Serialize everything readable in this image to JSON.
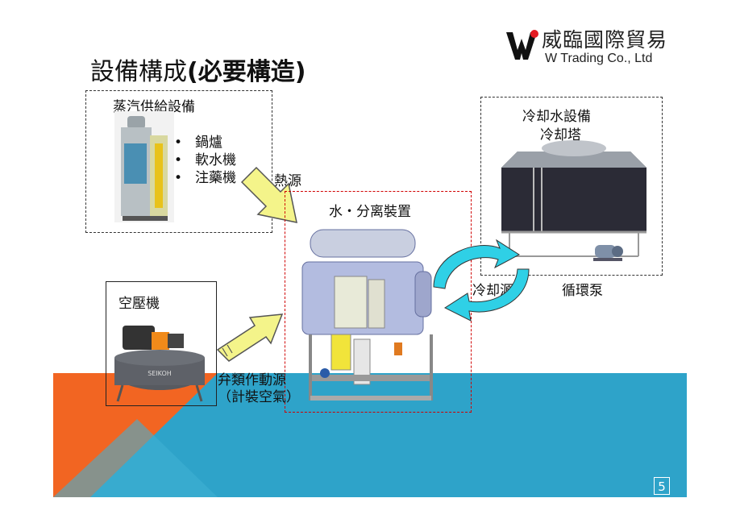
{
  "title": {
    "regular": "設備構成",
    "bold": "(必要構造)"
  },
  "logo": {
    "name": "威臨國際貿易",
    "sub": "W  Trading Co., Ltd"
  },
  "steam_supply": {
    "title": "蒸汽供給設備",
    "items": [
      "鍋爐",
      "軟水機",
      "注藥機"
    ]
  },
  "heat_source_label": "熱源",
  "separator": {
    "title": "水・分离裝置"
  },
  "cooling": {
    "title_line1": "冷却水設備",
    "title_line2": "冷却塔",
    "cooling_source_label": "冷却源",
    "pump_label": "循環泵"
  },
  "compressor": {
    "title": "空壓機",
    "valve_label_line1": "弁類作動源",
    "valve_label_line2": "（計裝空氣）",
    "nameplate": "SEIKOH"
  },
  "page_number": "5",
  "colors": {
    "orange": "#f26522",
    "blue": "#2ea3c9",
    "arrow_yellow": "#f4f48a",
    "arrow_cyan": "#2fd0e6",
    "red_dash": "#d00000"
  }
}
